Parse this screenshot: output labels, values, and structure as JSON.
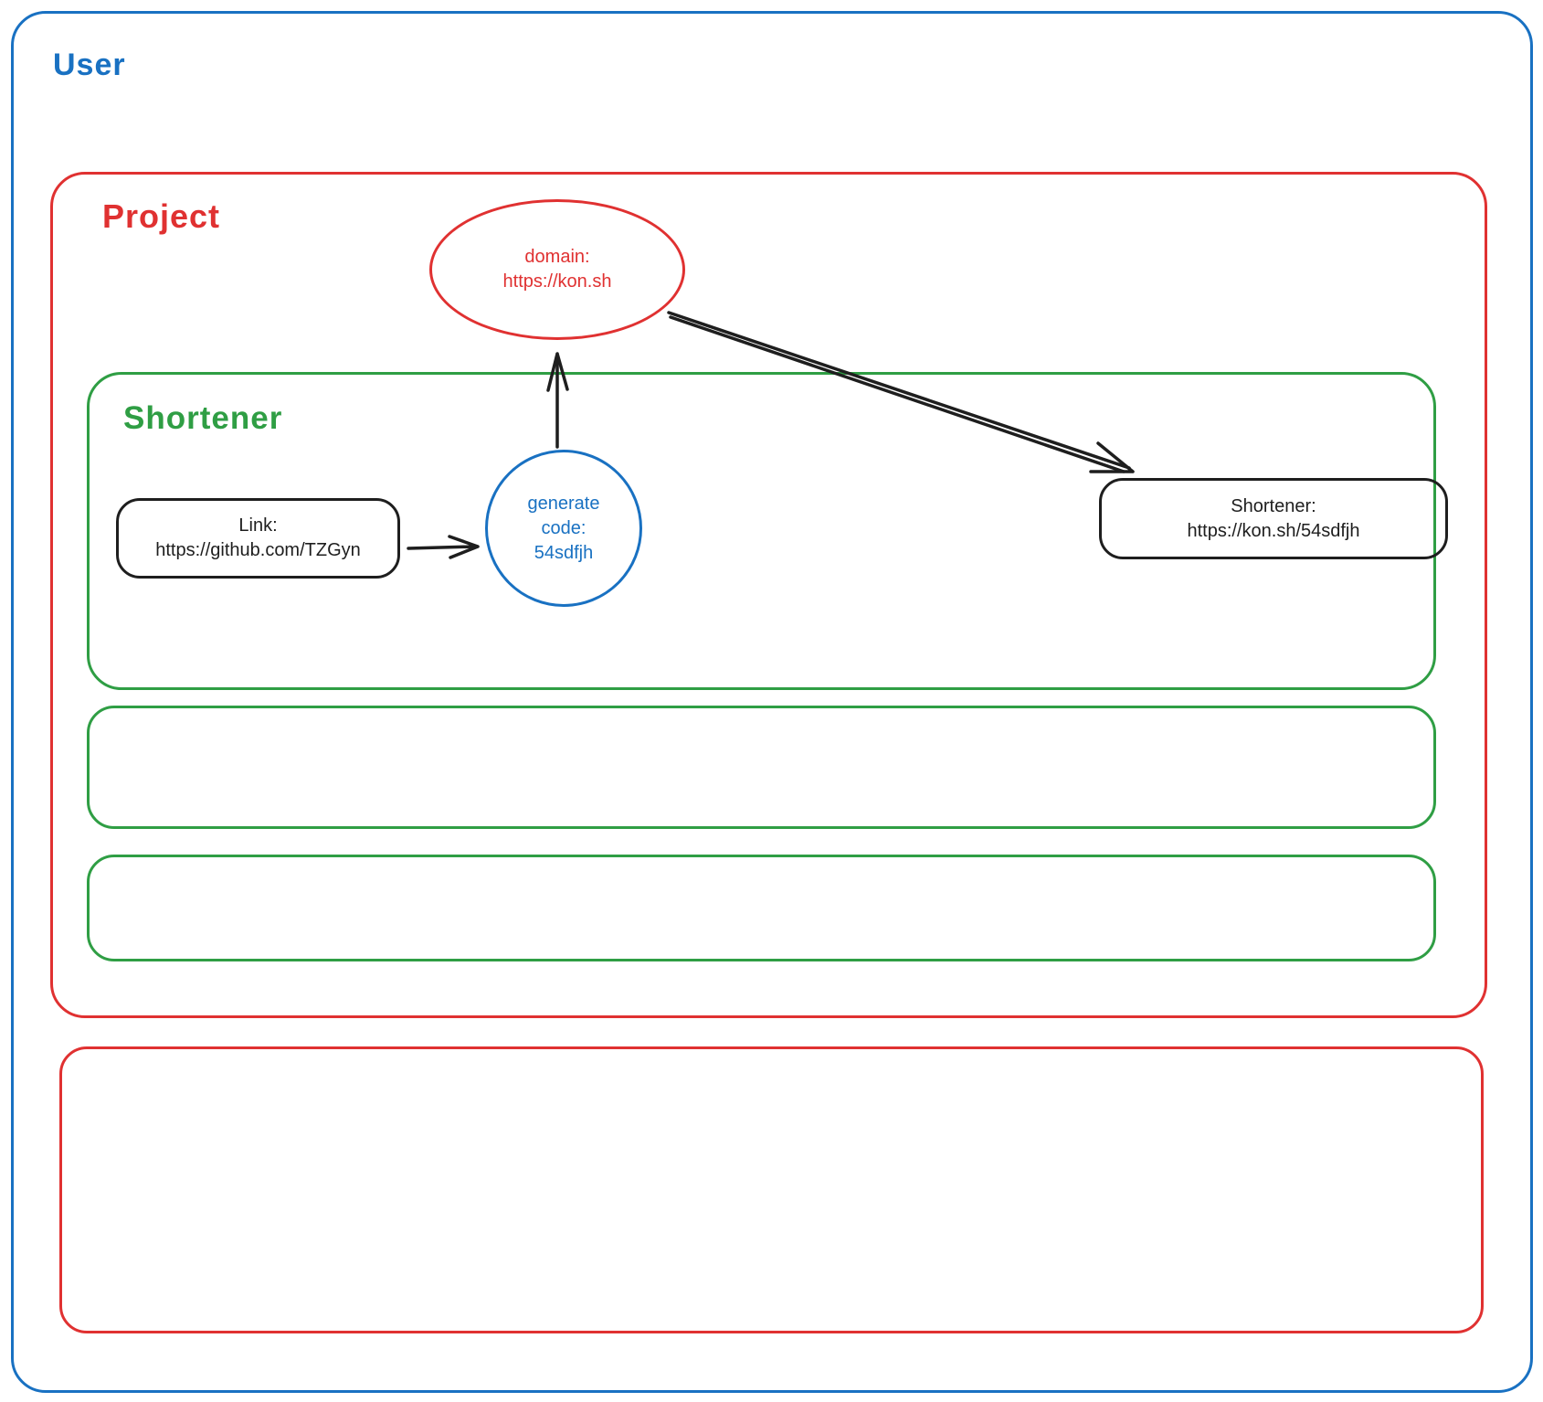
{
  "diagram": {
    "user": {
      "label": "User"
    },
    "project": {
      "label": "Project"
    },
    "shortener_group": {
      "label": "Shortener"
    },
    "nodes": {
      "domain": {
        "lines": [
          "domain:",
          "https://kon.sh"
        ]
      },
      "link": {
        "lines": [
          "Link:",
          "https://github.com/TZGyn"
        ]
      },
      "generate_code": {
        "lines": [
          "generate",
          "code:",
          "54sdfjh"
        ]
      },
      "shortener_result": {
        "lines": [
          "Shortener:",
          "https://kon.sh/54sdfjh"
        ]
      }
    },
    "colors": {
      "blue": "#1971c2",
      "red": "#e03131",
      "green": "#2f9e44",
      "ink": "#1e1e1e",
      "background": "#ffffff"
    }
  }
}
